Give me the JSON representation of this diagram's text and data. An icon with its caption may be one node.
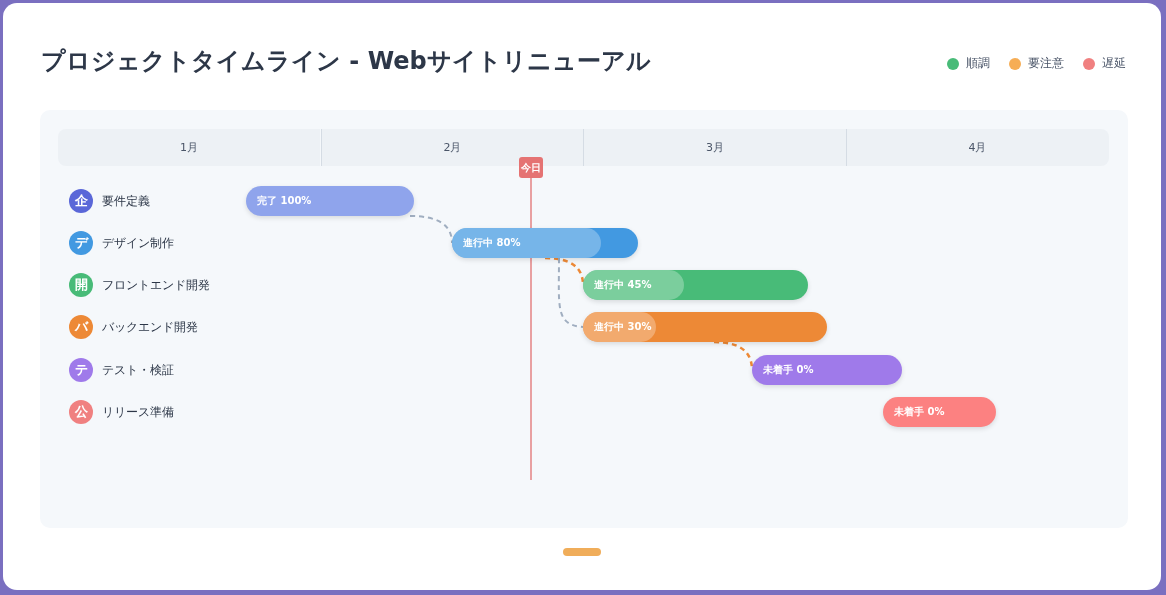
{
  "diagram": {
    "title": "プロジェクトタイムライン - Webサイトリニューアル",
    "nodes": [
      {
        "text": [
          "企",
          "要件定義"
        ]
      },
      {
        "text": [
          "デ",
          "デザイン制作"
        ]
      },
      {
        "text": [
          "開",
          "フロントエンド開発"
        ]
      },
      {
        "text": [
          "バ",
          "バックエンド開発"
        ]
      },
      {
        "text": [
          "テ",
          "テスト・検証"
        ]
      },
      {
        "text": [
          "公",
          "リリース準備"
        ]
      },
      {
        "text": [
          "完了 100%"
        ]
      },
      {
        "text": [
          "進行中 80%"
        ]
      },
      {
        "text": [
          "進行中 45%"
        ]
      },
      {
        "text": [
          "進行中 30%"
        ]
      },
      {
        "text": [
          "未着手 0%"
        ]
      },
      {
        "text": [
          "未着手 0%"
        ]
      }
    ],
    "edges": [
      {
        "from": 6,
        "to": 7,
        "arrow": "none",
        "style": "dashed",
        "color": "#a0aec0"
      },
      {
        "from": 7,
        "to": 8,
        "arrow": "none",
        "style": "dashed",
        "color": "#ed8936"
      },
      {
        "from": 7,
        "to": 9,
        "arrow": "none",
        "style": "dashed",
        "color": "#a0aec0"
      },
      {
        "from": 9,
        "to": 10,
        "arrow": "none",
        "style": "dashed",
        "color": "#ed8936"
      }
    ],
    "labels": [
      "1月",
      "2月",
      "3月",
      "4月",
      "今日"
    ],
    "legend": [
      {
        "text": "順調",
        "color": "#48bb78"
      },
      {
        "text": "要注意",
        "color": "#f6ad55"
      },
      {
        "text": "遅延",
        "color": "#f08080"
      }
    ]
  }
}
